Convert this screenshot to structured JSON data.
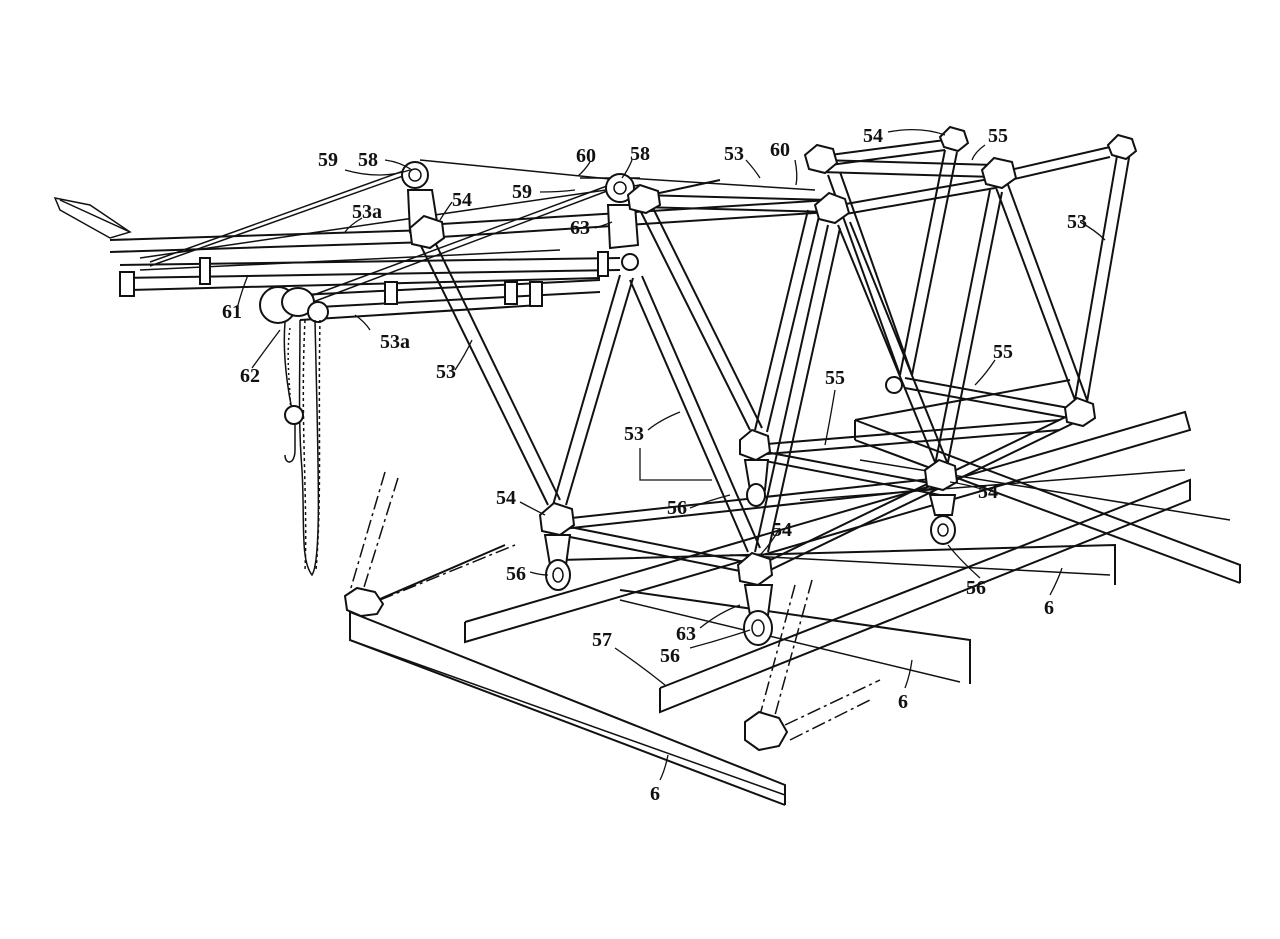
{
  "figure": {
    "labels": {
      "l59a": "59",
      "l58a": "58",
      "l60a": "60",
      "l58b": "58",
      "l53top": "53",
      "l60b": "60",
      "l54top": "54",
      "l55top": "55",
      "l53a1": "53a",
      "l54a": "54",
      "l59b": "59",
      "l63a": "63",
      "l53right": "53",
      "l61": "61",
      "l53a2": "53a",
      "l62": "62",
      "l53left": "53",
      "l55right": "55",
      "l55mid": "55",
      "l53mid": "53",
      "l54left": "54",
      "l56a": "56",
      "l54b": "54",
      "l54c": "54",
      "l56left": "56",
      "l56right": "56",
      "l6right": "6",
      "l57": "57",
      "l63b": "63",
      "l56b": "56",
      "l6mid": "6",
      "l6bottom": "6"
    }
  }
}
